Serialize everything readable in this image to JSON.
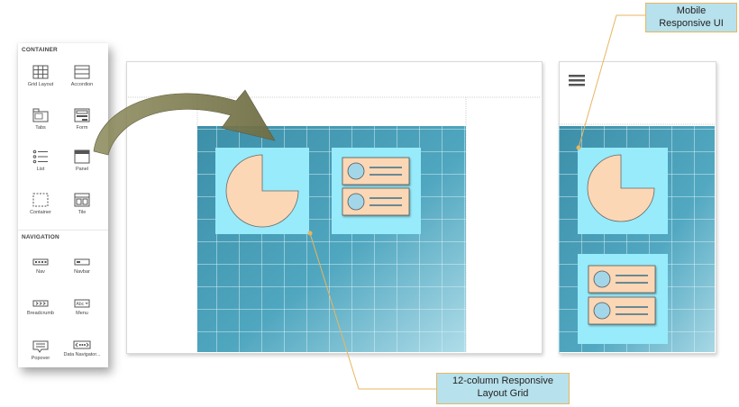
{
  "toolbox": {
    "sections": [
      {
        "title": "CONTAINER",
        "items": [
          {
            "label": "Grid Layout",
            "icon": "grid-layout-icon"
          },
          {
            "label": "Accordion",
            "icon": "accordion-icon"
          },
          {
            "label": "Tabs",
            "icon": "tabs-icon"
          },
          {
            "label": "Form",
            "icon": "form-icon"
          },
          {
            "label": "List",
            "icon": "list-icon"
          },
          {
            "label": "Panel",
            "icon": "panel-icon"
          },
          {
            "label": "Container",
            "icon": "container-icon"
          },
          {
            "label": "Tile",
            "icon": "tile-icon"
          }
        ]
      },
      {
        "title": "NAVIGATION",
        "items": [
          {
            "label": "Nav",
            "icon": "nav-icon"
          },
          {
            "label": "Navbar",
            "icon": "navbar-icon"
          },
          {
            "label": "Breadcrumb",
            "icon": "breadcrumb-icon"
          },
          {
            "label": "Menu",
            "icon": "menu-icon"
          },
          {
            "label": "Popover",
            "icon": "popover-icon"
          },
          {
            "label": "Data Navigator...",
            "icon": "data-navigator-icon"
          }
        ]
      }
    ],
    "menu_icon_text": "Abc"
  },
  "callouts": {
    "mobile": "Mobile\nResponsive UI",
    "grid": "12-column Responsive\nLayout Grid"
  },
  "colors": {
    "grid_dark": "#3d8fa8",
    "grid_light": "#a8dbe7",
    "widget_bg": "#97ebfb",
    "shape_fill": "#fbd7b5",
    "shape_stroke": "#6a6a6a",
    "callout_bg": "#b7e1ec",
    "callout_border": "#e8b660",
    "arrow": "#8e8a5e"
  }
}
